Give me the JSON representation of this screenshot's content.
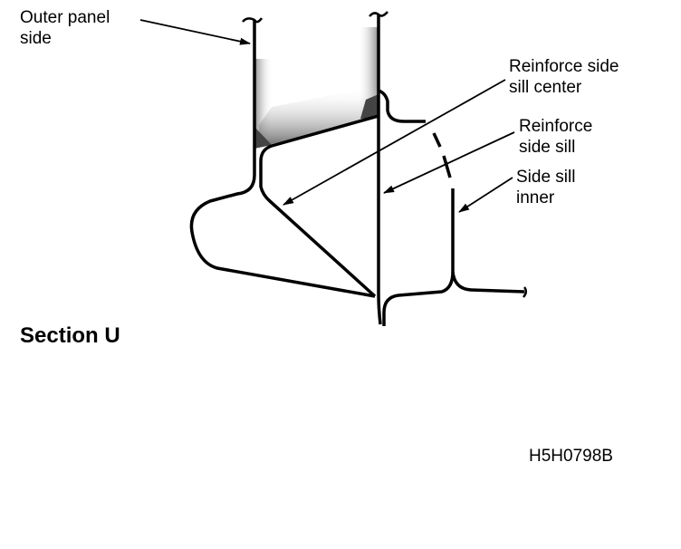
{
  "labels": {
    "outer_panel": [
      "Outer panel",
      "side"
    ],
    "reinforce_center": [
      "Reinforce side",
      "sill center"
    ],
    "reinforce_sill": [
      "Reinforce",
      "side sill"
    ],
    "side_sill_inner": [
      "Side sill",
      "inner"
    ]
  },
  "section_title": "Section U",
  "figure_code": "H5H0798B",
  "colors": {
    "line": "#000000",
    "shade": "#808080",
    "background": "#ffffff"
  }
}
